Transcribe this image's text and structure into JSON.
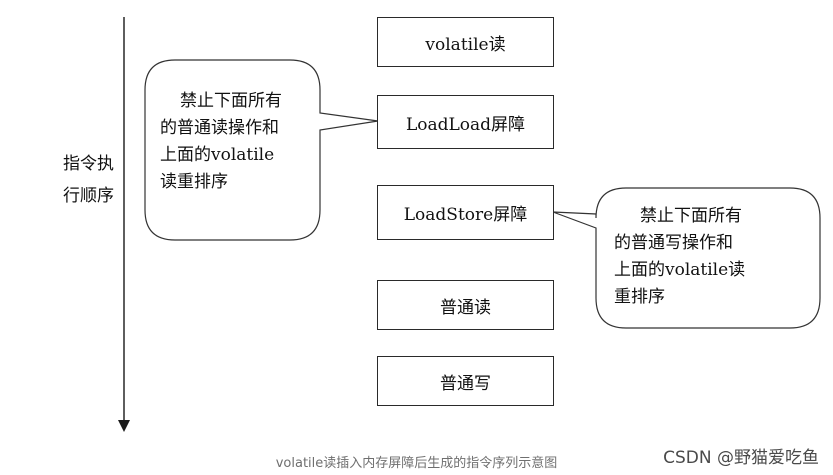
{
  "axis": {
    "label_lines": [
      "指令执",
      "行顺序"
    ]
  },
  "boxes": [
    "volatile读",
    "LoadLoad屏障",
    "LoadStore屏障",
    "普通读",
    "普通写"
  ],
  "notes": [
    {
      "lines": [
        "禁止下面所有",
        "的普通读操作和",
        "上面的volatile",
        "读重排序"
      ]
    },
    {
      "lines": [
        "禁止下面所有",
        "的普通写操作和",
        "上面的volatile读",
        "重排序"
      ]
    }
  ],
  "caption": "volatile读插入内存屏障后生成的指令序列示意图",
  "watermark": "CSDN @野猫爱吃鱼"
}
